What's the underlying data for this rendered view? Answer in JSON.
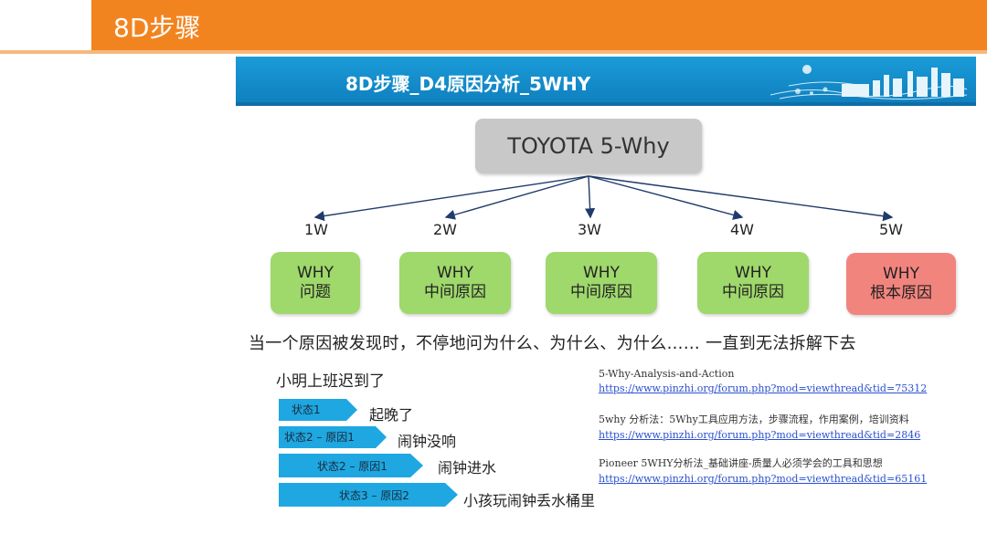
{
  "header": {
    "title": "8D步骤"
  },
  "banner": {
    "title": "8D步骤_D4原因分析_5WHY"
  },
  "diagram": {
    "root": "TOYOTA  5-Why",
    "levels": [
      {
        "label": "1W",
        "line1": "WHY",
        "line2": "问题",
        "color": "green"
      },
      {
        "label": "2W",
        "line1": "WHY",
        "line2": "中间原因",
        "color": "green"
      },
      {
        "label": "3W",
        "line1": "WHY",
        "line2": "中间原因",
        "color": "green"
      },
      {
        "label": "4W",
        "line1": "WHY",
        "line2": "中间原因",
        "color": "green"
      },
      {
        "label": "5W",
        "line1": "WHY",
        "line2": "根本原因",
        "color": "red"
      }
    ],
    "summary": "当一个原因被发现时，不停地问为什么、为什么、为什么……  一直到无法拆解下去"
  },
  "example": {
    "title": "小明上班迟到了",
    "steps": [
      {
        "tag": "状态1",
        "text": "起晚了"
      },
      {
        "tag": "状态2 – 原因1",
        "text": "闹钟没响"
      },
      {
        "tag": "状态2 – 原因1",
        "text": "闹钟进水"
      },
      {
        "tag": "状态3 – 原因2",
        "text": "小孩玩闹钟丢水桶里"
      }
    ]
  },
  "references": [
    {
      "title": "5-Why-Analysis-and-Action",
      "url": "https://www.pinzhi.org/forum.php?mod=viewthread&tid=75312"
    },
    {
      "title": "5why 分析法：5Why工具应用方法，步骤流程，作用案例，培训资料",
      "url": "https://www.pinzhi.org/forum.php?mod=viewthread&tid=2846"
    },
    {
      "title": "Pioneer 5WHY分析法_基础讲座-质量人必须学会的工具和思想",
      "url": "https://www.pinzhi.org/forum.php?mod=viewthread&tid=65161"
    }
  ],
  "colors": {
    "header_orange": "#f2841f",
    "banner_blue": "#148bc9",
    "why_green": "#9fd86b",
    "why_red": "#f2847e",
    "state_blue": "#1ea7e1"
  }
}
